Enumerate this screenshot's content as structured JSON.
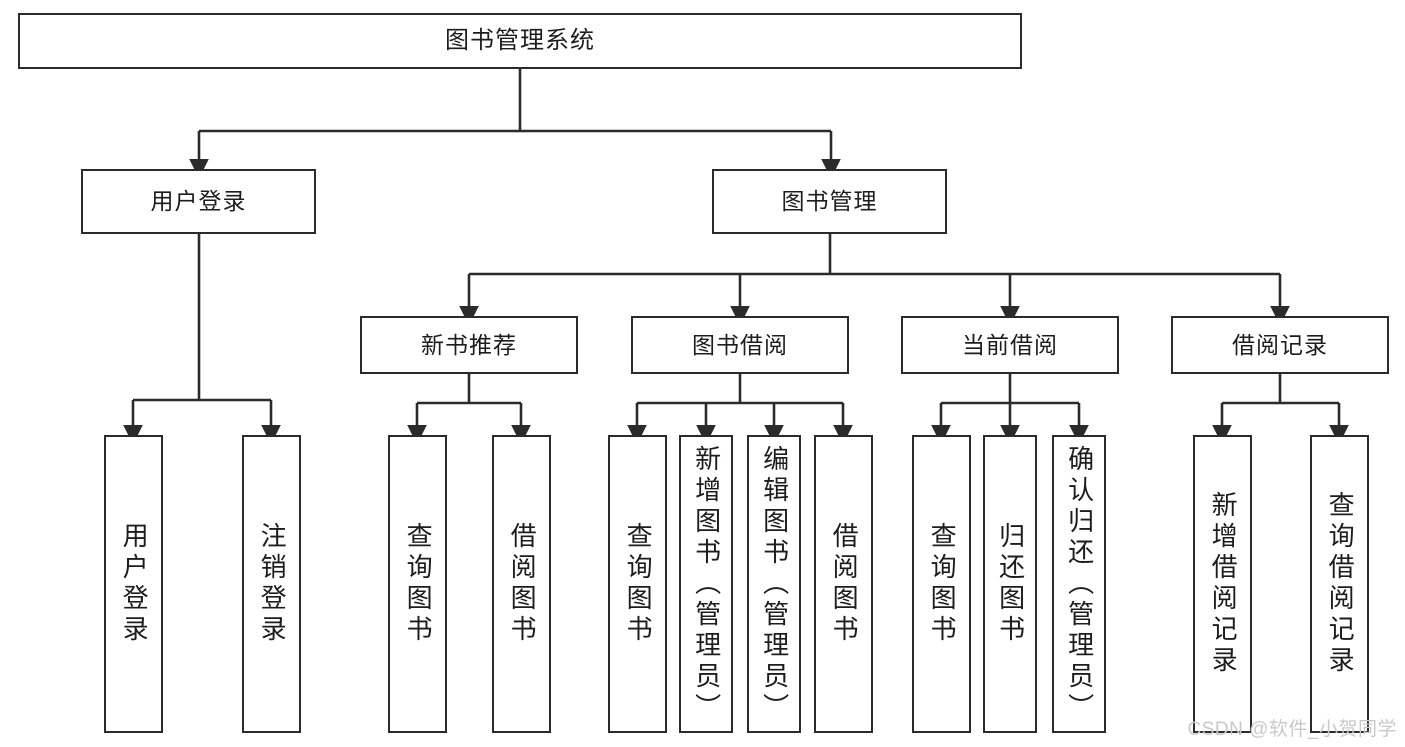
{
  "diagram": {
    "title": "图书管理系统",
    "type": "tree",
    "colors": {
      "box_border": "#2b2b2b",
      "box_fill": "#ffffff",
      "edge": "#2b2b2b",
      "text": "#1d1d1d",
      "watermark": "#c9c9c9",
      "background": "#ffffff"
    },
    "watermark": "CSDN @软件_小贺同学",
    "nodes": {
      "root": {
        "label": "图书管理系统"
      },
      "level2": [
        {
          "id": "user-login",
          "label": "用户登录"
        },
        {
          "id": "book-manage",
          "label": "图书管理"
        }
      ],
      "level3": [
        {
          "id": "new-book-recommend",
          "label": "新书推荐"
        },
        {
          "id": "book-borrow",
          "label": "图书借阅"
        },
        {
          "id": "current-borrow",
          "label": "当前借阅"
        },
        {
          "id": "borrow-record",
          "label": "借阅记录"
        }
      ],
      "leaves": [
        {
          "id": "leaf-user-login",
          "label": "用户登录",
          "parent": "user-login"
        },
        {
          "id": "leaf-user-logout",
          "label": "注销登录",
          "parent": "user-login"
        },
        {
          "id": "leaf-query-book-1",
          "label": "查询图书",
          "parent": "new-book-recommend"
        },
        {
          "id": "leaf-borrow-book-1",
          "label": "借阅图书",
          "parent": "new-book-recommend"
        },
        {
          "id": "leaf-query-book-2",
          "label": "查询图书",
          "parent": "book-borrow"
        },
        {
          "id": "leaf-add-book",
          "label": "新增图书（管理员）",
          "parent": "book-borrow"
        },
        {
          "id": "leaf-edit-book",
          "label": "编辑图书（管理员）",
          "parent": "book-borrow"
        },
        {
          "id": "leaf-borrow-book-2",
          "label": "借阅图书",
          "parent": "book-borrow"
        },
        {
          "id": "leaf-query-book-3",
          "label": "查询图书",
          "parent": "current-borrow"
        },
        {
          "id": "leaf-return-book",
          "label": "归还图书",
          "parent": "current-borrow"
        },
        {
          "id": "leaf-confirm-return",
          "label": "确认归还（管理员）",
          "parent": "current-borrow"
        },
        {
          "id": "leaf-add-record",
          "label": "新增借阅记录",
          "parent": "borrow-record"
        },
        {
          "id": "leaf-query-record",
          "label": "查询借阅记录",
          "parent": "borrow-record"
        }
      ]
    }
  }
}
